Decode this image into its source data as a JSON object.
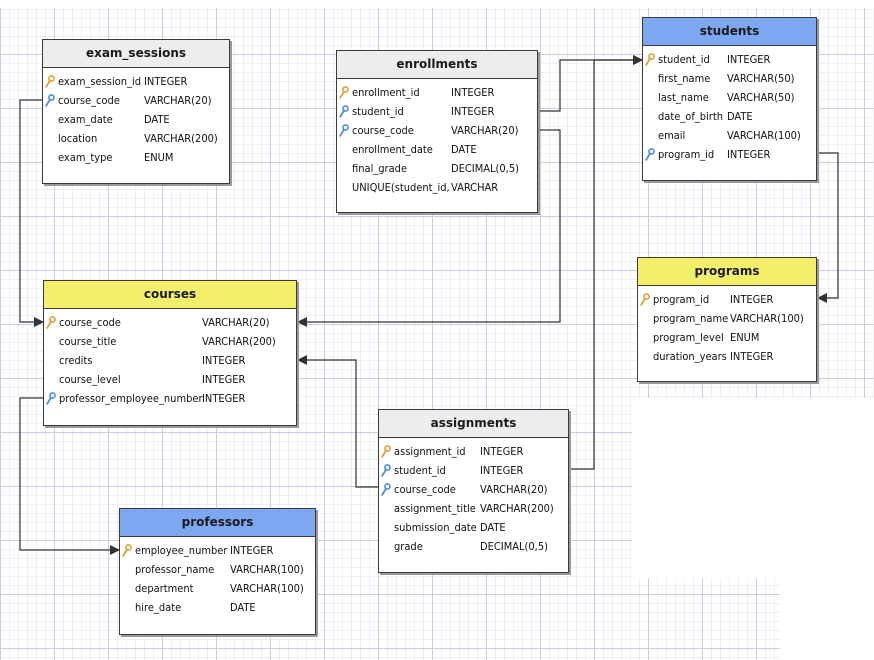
{
  "diagram": {
    "colors": {
      "header_gray": "#ededed",
      "header_blue": "#7ea7f2",
      "header_yellow": "#f3ef6a",
      "primary_key": "#e0a030",
      "foreign_key": "#4a8fd8",
      "connector": "#333333"
    },
    "tables": {
      "exam_sessions": {
        "title": "exam_sessions",
        "fields": [
          {
            "name": "exam_session_id",
            "type": "INTEGER",
            "key": "primary-key-icon"
          },
          {
            "name": "course_code",
            "type": "VARCHAR(20)",
            "key": "foreign-key-icon"
          },
          {
            "name": "exam_date",
            "type": "DATE",
            "key": ""
          },
          {
            "name": "location",
            "type": "VARCHAR(200)",
            "key": ""
          },
          {
            "name": "exam_type",
            "type": "ENUM",
            "key": ""
          }
        ]
      },
      "enrollments": {
        "title": "enrollments",
        "fields": [
          {
            "name": "enrollment_id",
            "type": "INTEGER",
            "key": "primary-key-icon"
          },
          {
            "name": "student_id",
            "type": "INTEGER",
            "key": "foreign-key-icon"
          },
          {
            "name": "course_code",
            "type": "VARCHAR(20)",
            "key": "foreign-key-icon"
          },
          {
            "name": "enrollment_date",
            "type": "DATE",
            "key": ""
          },
          {
            "name": "final_grade",
            "type": "DECIMAL(0,5)",
            "key": ""
          },
          {
            "name": "UNIQUE(student_id,",
            "type": "VARCHAR",
            "key": ""
          }
        ]
      },
      "students": {
        "title": "students",
        "fields": [
          {
            "name": "student_id",
            "type": "INTEGER",
            "key": "primary-key-icon"
          },
          {
            "name": "first_name",
            "type": "VARCHAR(50)",
            "key": ""
          },
          {
            "name": "last_name",
            "type": "VARCHAR(50)",
            "key": ""
          },
          {
            "name": "date_of_birth",
            "type": "DATE",
            "key": ""
          },
          {
            "name": "email",
            "type": "VARCHAR(100)",
            "key": ""
          },
          {
            "name": "program_id",
            "type": "INTEGER",
            "key": "foreign-key-icon"
          }
        ]
      },
      "courses": {
        "title": "courses",
        "fields": [
          {
            "name": "course_code",
            "type": "VARCHAR(20)",
            "key": "primary-key-icon"
          },
          {
            "name": "course_title",
            "type": "VARCHAR(200)",
            "key": ""
          },
          {
            "name": "credits",
            "type": "INTEGER",
            "key": ""
          },
          {
            "name": "course_level",
            "type": "INTEGER",
            "key": ""
          },
          {
            "name": "professor_employee_number",
            "type": "INTEGER",
            "key": "foreign-key-icon"
          }
        ]
      },
      "programs": {
        "title": "programs",
        "fields": [
          {
            "name": "program_id",
            "type": "INTEGER",
            "key": "primary-key-icon"
          },
          {
            "name": "program_name",
            "type": "VARCHAR(100)",
            "key": ""
          },
          {
            "name": "program_level",
            "type": "ENUM",
            "key": ""
          },
          {
            "name": "duration_years",
            "type": "INTEGER",
            "key": ""
          }
        ]
      },
      "assignments": {
        "title": "assignments",
        "fields": [
          {
            "name": "assignment_id",
            "type": "INTEGER",
            "key": "primary-key-icon"
          },
          {
            "name": "student_id",
            "type": "INTEGER",
            "key": "foreign-key-icon"
          },
          {
            "name": "course_code",
            "type": "VARCHAR(20)",
            "key": "foreign-key-icon"
          },
          {
            "name": "assignment_title",
            "type": "VARCHAR(200)",
            "key": ""
          },
          {
            "name": "submission_date",
            "type": "DATE",
            "key": ""
          },
          {
            "name": "grade",
            "type": "DECIMAL(0,5)",
            "key": ""
          }
        ]
      },
      "professors": {
        "title": "professors",
        "fields": [
          {
            "name": "employee_number",
            "type": "INTEGER",
            "key": "primary-key-icon"
          },
          {
            "name": "professor_name",
            "type": "VARCHAR(100)",
            "key": ""
          },
          {
            "name": "department",
            "type": "VARCHAR(100)",
            "key": ""
          },
          {
            "name": "hire_date",
            "type": "DATE",
            "key": ""
          }
        ]
      }
    }
  }
}
